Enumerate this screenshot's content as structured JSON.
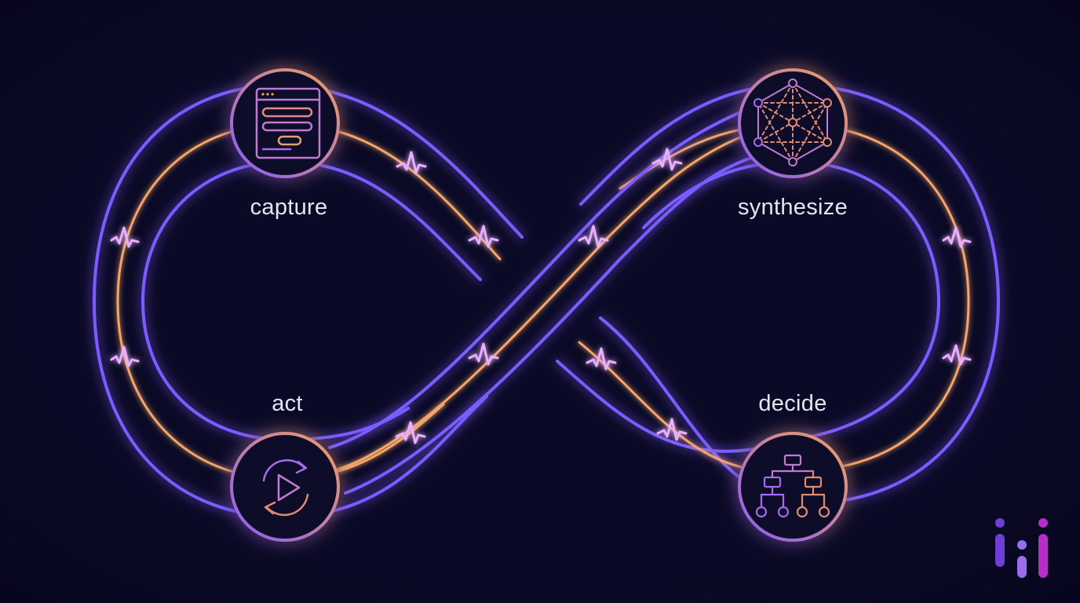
{
  "stages": [
    {
      "id": "capture",
      "label": "capture",
      "icon": "browser-window-icon"
    },
    {
      "id": "synthesize",
      "label": "synthesize",
      "icon": "network-graph-icon"
    },
    {
      "id": "decide",
      "label": "decide",
      "icon": "decision-tree-icon"
    },
    {
      "id": "act",
      "label": "act",
      "icon": "cycle-play-icon"
    }
  ],
  "colors": {
    "background": "#0b0a26",
    "rail": "#7c5cff",
    "track": "#f3a56a",
    "node_fill": "#0f0d2b",
    "node_ring": "#9a6bff",
    "label": "#e6e4f0",
    "icon_purple": "#a46bf0",
    "icon_orange": "#f0a060",
    "logo_dark": "#6d3fd8",
    "logo_mid": "#9b6cf0",
    "logo_pink": "#b42fc5"
  },
  "logo": {
    "icon": "brand-bars-logo"
  }
}
